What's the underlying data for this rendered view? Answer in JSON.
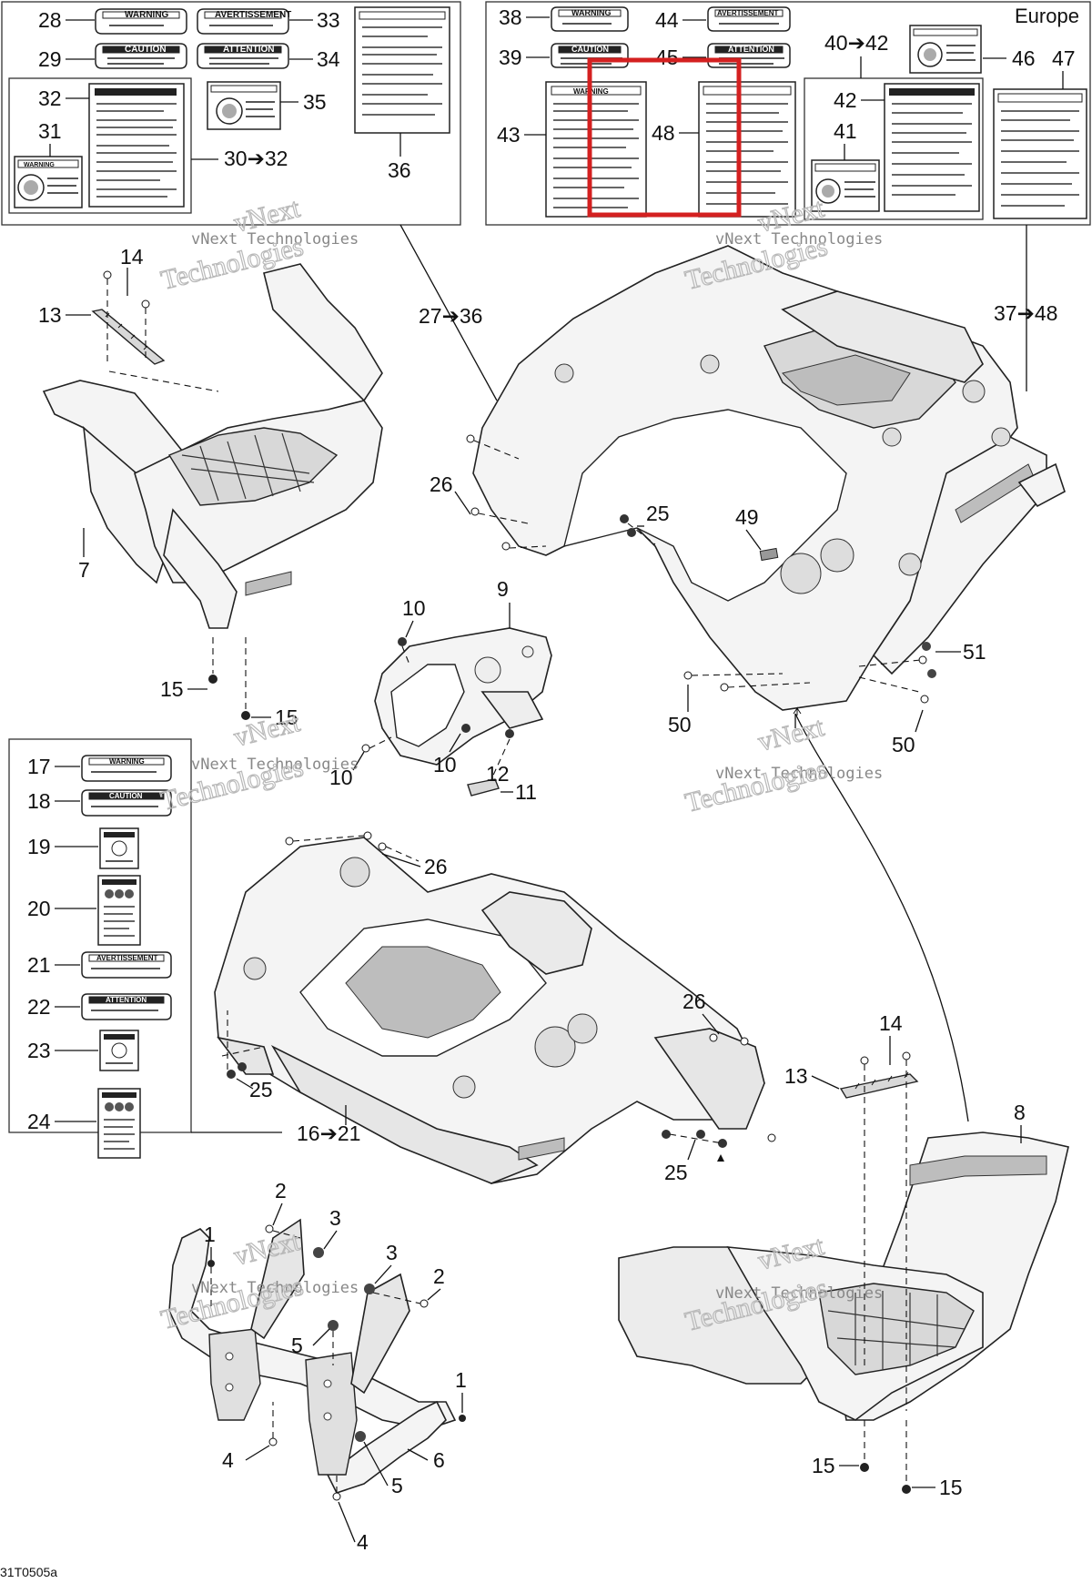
{
  "diagram": {
    "region_label": "Europe",
    "drawing_code": "31T0505a",
    "highlight_color": "#d42020",
    "watermark": {
      "line1": "vNext",
      "line2": "Technologies",
      "line3": "vNext Technologies"
    },
    "callouts": {
      "c28": "28",
      "c29": "29",
      "c32": "32",
      "c31": "31",
      "c33": "33",
      "c34": "34",
      "c35": "35",
      "c30_32": "30➔32",
      "c36": "36",
      "c38": "38",
      "c39": "39",
      "c44": "44",
      "c45": "45",
      "c40_42": "40➔42",
      "c46": "46",
      "c47": "47",
      "c42": "42",
      "c43": "43",
      "c48": "48",
      "c41": "41",
      "c14a": "14",
      "c13a": "13",
      "c7": "7",
      "c15a": "15",
      "c15b": "15",
      "c27_36": "27➔36",
      "c37_48": "37➔48",
      "c26a": "26",
      "c25a": "25",
      "c49": "49",
      "c9": "9",
      "c10a": "10",
      "c10b": "10",
      "c10c": "10",
      "c12": "12",
      "c11": "11",
      "c51": "51",
      "c50a": "50",
      "c50b": "50",
      "c17": "17",
      "c18": "18",
      "c19": "19",
      "c20": "20",
      "c21": "21",
      "c22": "22",
      "c23": "23",
      "c24": "24",
      "c26b": "26",
      "c25b": "25",
      "c16_21": "16➔21",
      "c26c": "26",
      "c25c": "25",
      "c14b": "14",
      "c13b": "13",
      "c8": "8",
      "c15c": "15",
      "c15d": "15",
      "c1a": "1",
      "c2a": "2",
      "c3a": "3",
      "c3b": "3",
      "c2b": "2",
      "c5a": "5",
      "c1b": "1",
      "c4a": "4",
      "c5b": "5",
      "c6": "6",
      "c4b": "4"
    },
    "decal_titles": {
      "warning": "WARNING",
      "caution": "CAUTION",
      "avertissement": "AVERTISSEMENT",
      "attention": "ATTENTION"
    }
  }
}
